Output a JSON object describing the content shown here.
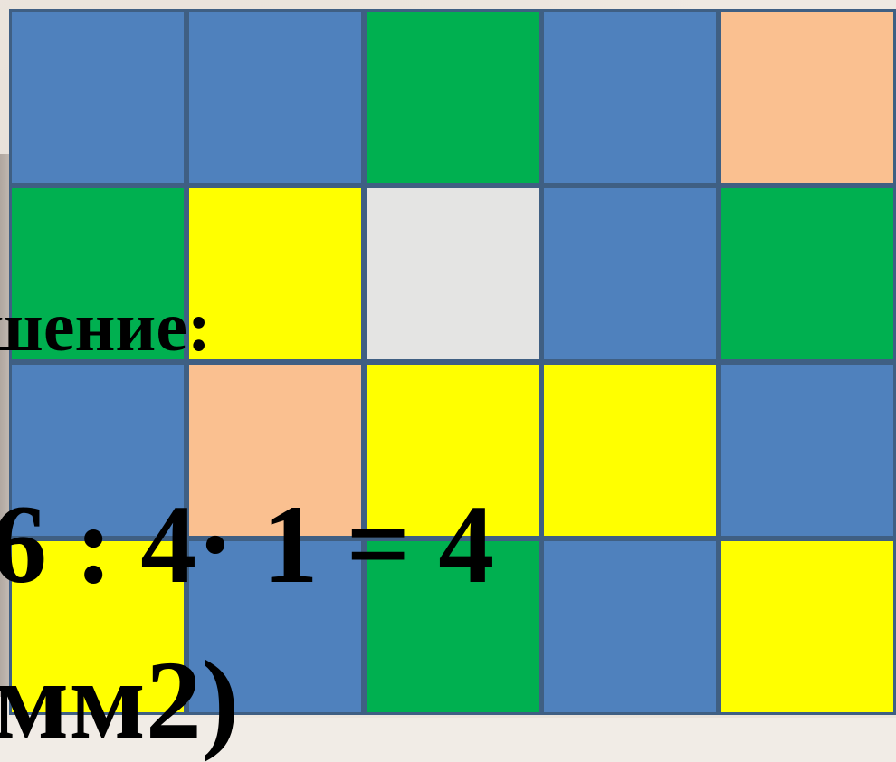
{
  "grid": {
    "rows": [
      [
        "blue",
        "blue",
        "green",
        "blue",
        "peach"
      ],
      [
        "green",
        "yellow",
        "white",
        "blue",
        "green"
      ],
      [
        "blue",
        "peach",
        "yellow",
        "yellow",
        "blue"
      ],
      [
        "yellow",
        "blue",
        "green",
        "blue",
        "yellow"
      ]
    ],
    "colors": {
      "blue": "#4f81bd",
      "green": "#00b050",
      "peach": "#fac090",
      "yellow": "#ffff00",
      "white": "#f2f0ec",
      "border": "#3f5f83"
    }
  },
  "text": {
    "heading": "шение:",
    "equation": "6 : 4· 1 = 4",
    "unit": "мм2)"
  }
}
